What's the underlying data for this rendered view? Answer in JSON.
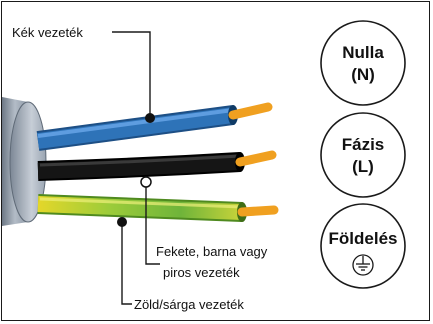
{
  "labels": {
    "blue_wire": "Kék vezeték",
    "phase_wire_line1": "Fekete, barna vagy",
    "phase_wire_line2": "piros vezeték",
    "earth_wire": "Zöld/sárga vezeték"
  },
  "circles": {
    "neutral_line1": "Nulla",
    "neutral_line2": "(N)",
    "phase_line1": "Fázis",
    "phase_line2": "(L)",
    "earth_line1": "Földelés"
  },
  "colors": {
    "blue_wire": "#2e73b8",
    "black_wire": "#111111",
    "yellow_green_wire": "#8fbf2f",
    "copper": "#f0a020",
    "cable_sheath": "#8f9aa8"
  }
}
